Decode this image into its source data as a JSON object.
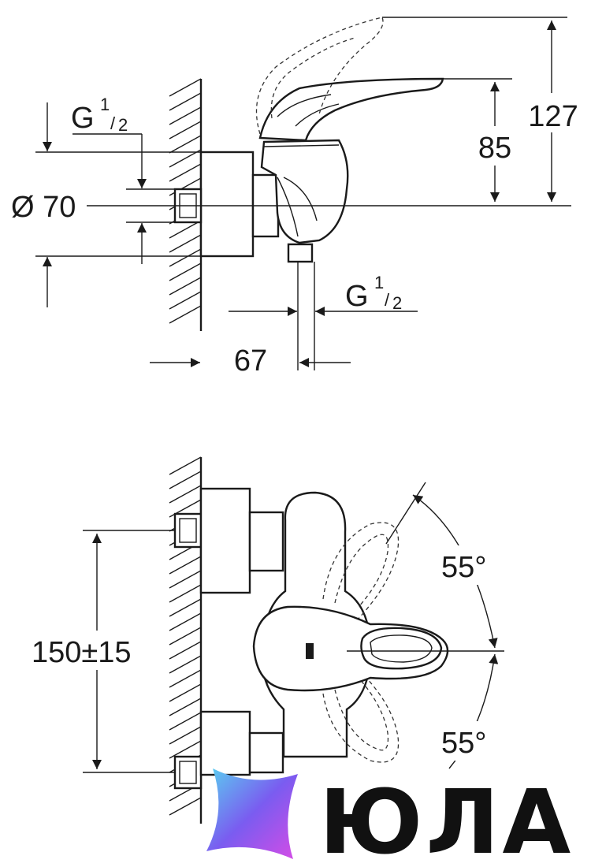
{
  "top_view": {
    "thread_left": {
      "base": "G",
      "num": "1",
      "den": "2"
    },
    "diameter": "Ø 70",
    "height_total": "127",
    "height_lever": "85",
    "thread_bottom": {
      "base": "G",
      "num": "1",
      "den": "2"
    },
    "depth": "67"
  },
  "bottom_view": {
    "spacing": "150±15",
    "angle_upper": "55°",
    "angle_lower": "55°"
  },
  "logo": {
    "text": "ЮЛА",
    "colors": [
      "#5ad0f0",
      "#7a5cf0",
      "#d64ce6"
    ]
  }
}
